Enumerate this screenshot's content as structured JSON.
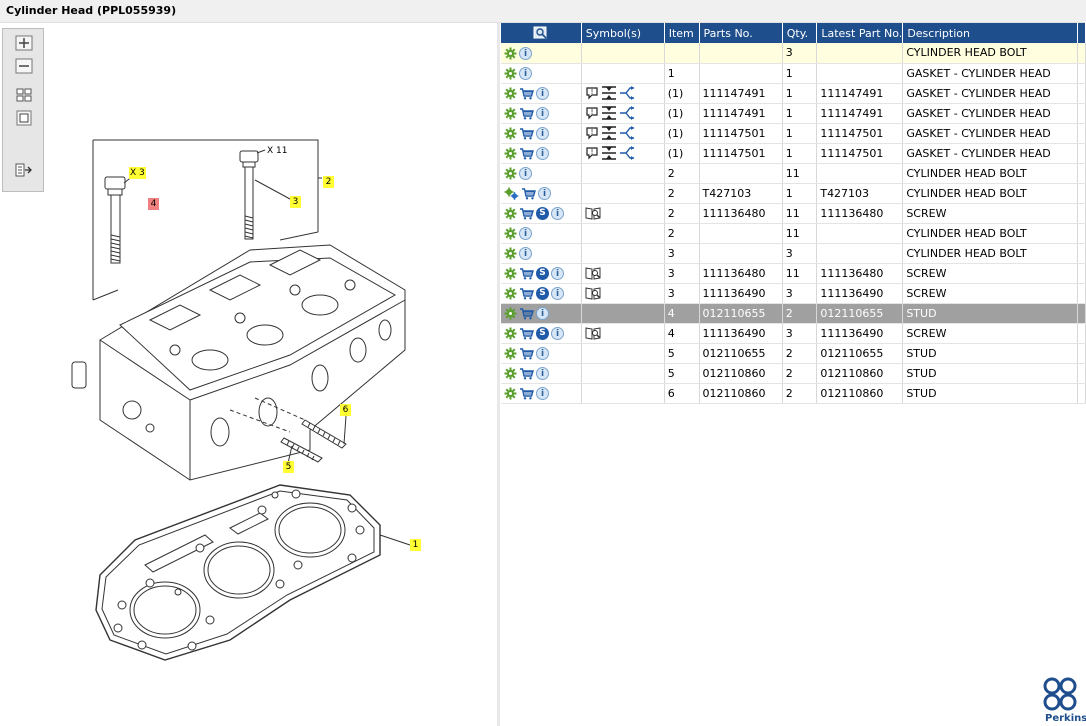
{
  "window": {
    "title": "Cylinder Head (PPL055939)"
  },
  "toolbar": {
    "icons": [
      "zoom-in-icon",
      "zoom-out-icon",
      "fit-all-icon",
      "fit-window-icon",
      "export-icon"
    ]
  },
  "diagram": {
    "callouts": [
      {
        "label": "1",
        "color": "#ffff33"
      },
      {
        "label": "2",
        "color": "#ffff33"
      },
      {
        "label": "3",
        "color": "#ffff33"
      },
      {
        "label": "4",
        "color": "#f08080"
      },
      {
        "label": "5",
        "color": "#ffff33"
      },
      {
        "label": "6",
        "color": "#ffff33"
      }
    ],
    "qty_labels": [
      "X 3",
      "X 11"
    ]
  },
  "table": {
    "columns": [
      "",
      "Symbol(s)",
      "Item",
      "Parts No.",
      "Qty.",
      "Latest Part No.",
      "Description"
    ],
    "rows": [
      {
        "actions": [
          "gear",
          "info"
        ],
        "symbols": [],
        "item": "",
        "part": "",
        "qty": "3",
        "latest": "",
        "desc": "CYLINDER HEAD BOLT",
        "state": "highlight"
      },
      {
        "actions": [
          "gear",
          "info"
        ],
        "symbols": [],
        "item": "1",
        "part": "",
        "qty": "1",
        "latest": "",
        "desc": "GASKET - CYLINDER HEAD",
        "state": ""
      },
      {
        "actions": [
          "gear",
          "cart",
          "info"
        ],
        "symbols": [
          "note",
          "fit",
          "branch"
        ],
        "item": "(1)",
        "part": "111147491",
        "qty": "1",
        "latest": "111147491",
        "desc": "GASKET - CYLINDER HEAD",
        "state": ""
      },
      {
        "actions": [
          "gear",
          "cart",
          "info"
        ],
        "symbols": [
          "note",
          "fit",
          "branch"
        ],
        "item": "(1)",
        "part": "111147491",
        "qty": "1",
        "latest": "111147491",
        "desc": "GASKET - CYLINDER HEAD",
        "state": ""
      },
      {
        "actions": [
          "gear",
          "cart",
          "info"
        ],
        "symbols": [
          "note",
          "fit",
          "branch"
        ],
        "item": "(1)",
        "part": "111147501",
        "qty": "1",
        "latest": "111147501",
        "desc": "GASKET - CYLINDER HEAD",
        "state": ""
      },
      {
        "actions": [
          "gear",
          "cart",
          "info"
        ],
        "symbols": [
          "note",
          "fit",
          "branch"
        ],
        "item": "(1)",
        "part": "111147501",
        "qty": "1",
        "latest": "111147501",
        "desc": "GASKET - CYLINDER HEAD",
        "state": ""
      },
      {
        "actions": [
          "gear",
          "info"
        ],
        "symbols": [],
        "item": "2",
        "part": "",
        "qty": "11",
        "latest": "",
        "desc": "CYLINDER HEAD BOLT",
        "state": ""
      },
      {
        "actions": [
          "gears",
          "cart",
          "info"
        ],
        "symbols": [],
        "item": "2",
        "part": "T427103",
        "qty": "1",
        "latest": "T427103",
        "desc": "CYLINDER HEAD BOLT",
        "state": ""
      },
      {
        "actions": [
          "gear",
          "cart",
          "s",
          "info"
        ],
        "symbols": [
          "book"
        ],
        "item": "2",
        "part": "111136480",
        "qty": "11",
        "latest": "111136480",
        "desc": "SCREW",
        "state": ""
      },
      {
        "actions": [
          "gear",
          "info"
        ],
        "symbols": [],
        "item": "2",
        "part": "",
        "qty": "11",
        "latest": "",
        "desc": "CYLINDER HEAD BOLT",
        "state": ""
      },
      {
        "actions": [
          "gear",
          "info"
        ],
        "symbols": [],
        "item": "3",
        "part": "",
        "qty": "3",
        "latest": "",
        "desc": "CYLINDER HEAD BOLT",
        "state": ""
      },
      {
        "actions": [
          "gear",
          "cart",
          "s",
          "info"
        ],
        "symbols": [
          "book"
        ],
        "item": "3",
        "part": "111136480",
        "qty": "11",
        "latest": "111136480",
        "desc": "SCREW",
        "state": ""
      },
      {
        "actions": [
          "gear",
          "cart",
          "s",
          "info"
        ],
        "symbols": [
          "book"
        ],
        "item": "3",
        "part": "111136490",
        "qty": "3",
        "latest": "111136490",
        "desc": "SCREW",
        "state": ""
      },
      {
        "actions": [
          "gear",
          "cart",
          "info"
        ],
        "symbols": [],
        "item": "4",
        "part": "012110655",
        "qty": "2",
        "latest": "012110655",
        "desc": "STUD",
        "state": "selected"
      },
      {
        "actions": [
          "gear",
          "cart",
          "s",
          "info"
        ],
        "symbols": [
          "book"
        ],
        "item": "4",
        "part": "111136490",
        "qty": "3",
        "latest": "111136490",
        "desc": "SCREW",
        "state": ""
      },
      {
        "actions": [
          "gear",
          "cart",
          "info"
        ],
        "symbols": [],
        "item": "5",
        "part": "012110655",
        "qty": "2",
        "latest": "012110655",
        "desc": "STUD",
        "state": ""
      },
      {
        "actions": [
          "gear",
          "cart",
          "info"
        ],
        "symbols": [],
        "item": "5",
        "part": "012110860",
        "qty": "2",
        "latest": "012110860",
        "desc": "STUD",
        "state": ""
      },
      {
        "actions": [
          "gear",
          "cart",
          "info"
        ],
        "symbols": [],
        "item": "6",
        "part": "012110860",
        "qty": "2",
        "latest": "012110860",
        "desc": "STUD",
        "state": ""
      }
    ]
  },
  "brand": {
    "name": "Perkins",
    "color": "#1f4e8c"
  },
  "colors": {
    "header": "#1f4e8c",
    "selected_row": "#a0a0a0",
    "highlight_row": "#ffffe0",
    "gear": "#5a9e2e"
  }
}
